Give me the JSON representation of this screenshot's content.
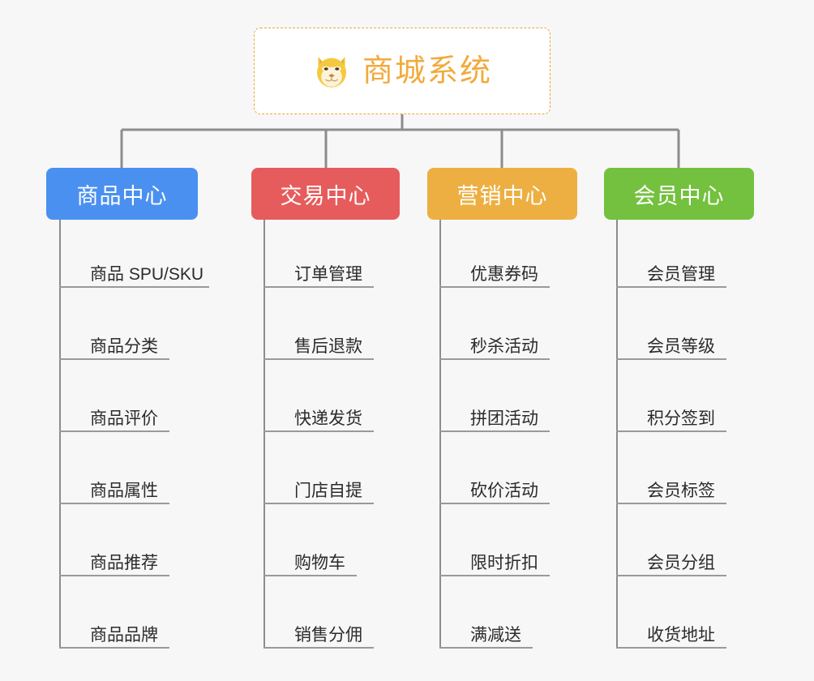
{
  "diagram": {
    "title": "商城系统",
    "background_color": "#f7f7f7",
    "type": "org-chart"
  },
  "root": {
    "label": "商城系统",
    "icon": "shiba-dog-icon",
    "text_color": "#f0ab3d",
    "border_color": "#e8a83a",
    "background_color": "#ffffff"
  },
  "connector_color": "#8c8c8c",
  "leaf_rule_color": "#9a9a9a",
  "leaf_text_color": "#2b2b2b",
  "columns": [
    {
      "label": "商品中心",
      "color": "#4a90f0",
      "items": [
        "商品 SPU/SKU",
        "商品分类",
        "商品评价",
        "商品属性",
        "商品推荐",
        "商品品牌"
      ]
    },
    {
      "label": "交易中心",
      "color": "#e65c5c",
      "items": [
        "订单管理",
        "售后退款",
        "快递发货",
        "门店自提",
        "购物车",
        "销售分佣"
      ]
    },
    {
      "label": "营销中心",
      "color": "#edaf41",
      "items": [
        "优惠券码",
        "秒杀活动",
        "拼团活动",
        "砍价活动",
        "限时折扣",
        "满减送"
      ]
    },
    {
      "label": "会员中心",
      "color": "#73c13e",
      "items": [
        "会员管理",
        "会员等级",
        "积分签到",
        "会员标签",
        "会员分组",
        "收货地址"
      ]
    }
  ]
}
